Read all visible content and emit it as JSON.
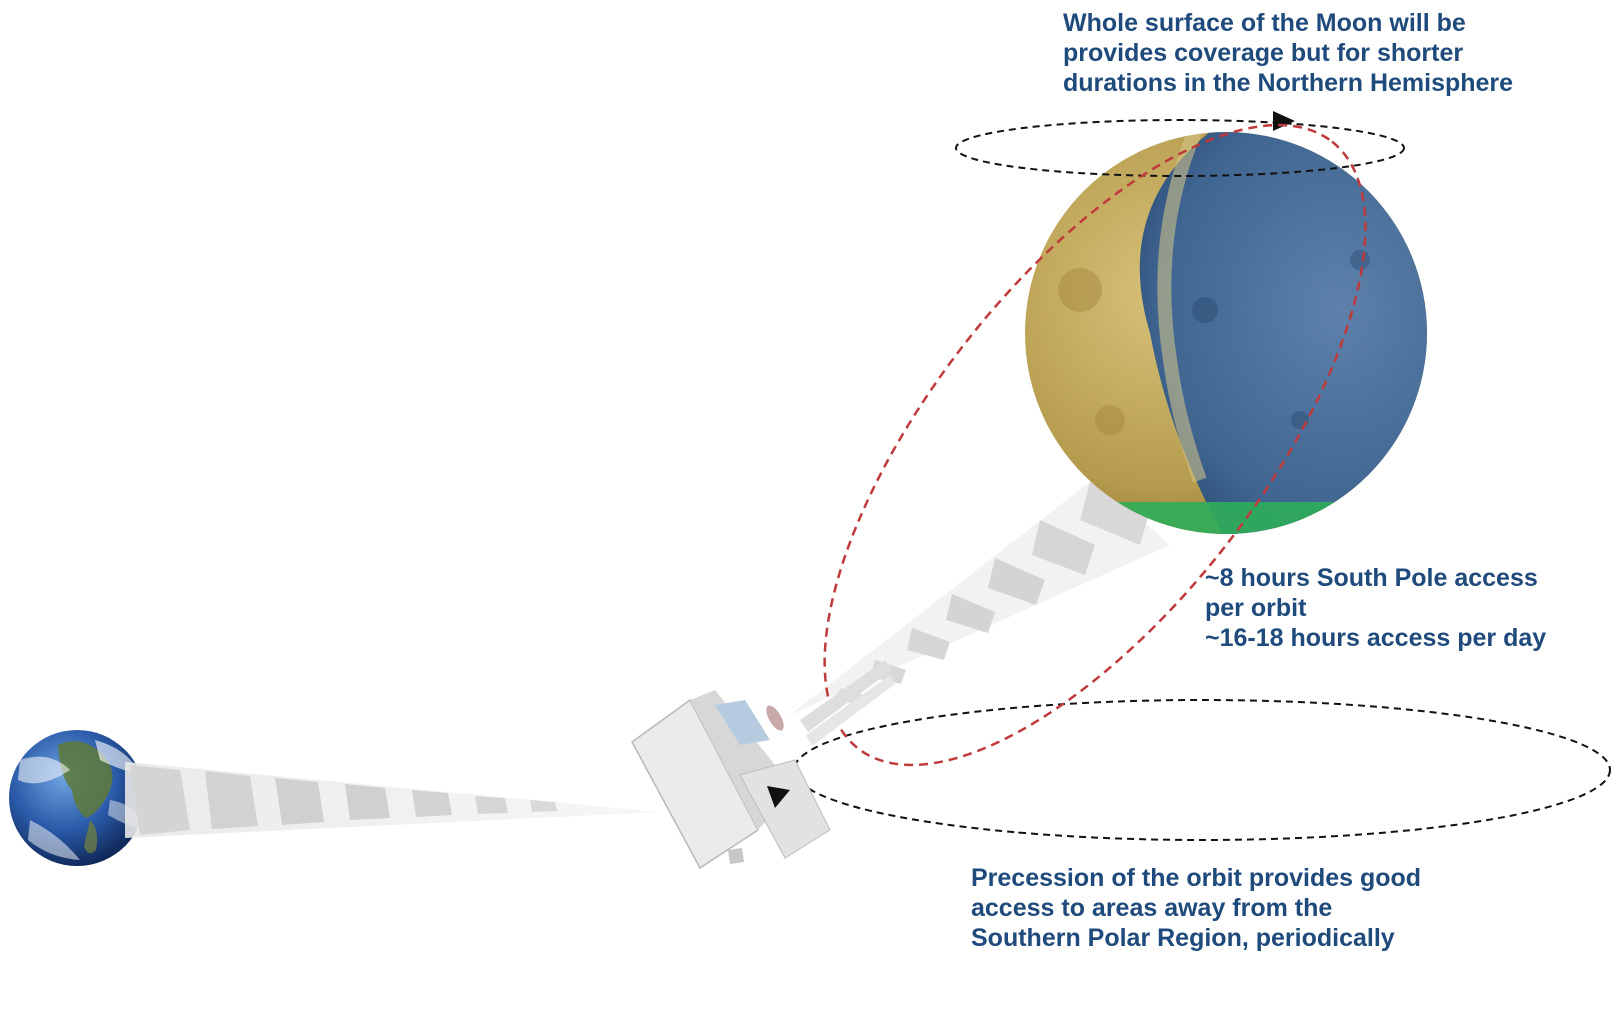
{
  "diagram": {
    "labels": {
      "top": {
        "line1": "Whole surface of the Moon will be",
        "line2": "provides coverage but for shorter",
        "line3": "durations in the Northern Hemisphere"
      },
      "right": {
        "line1": "~8 hours South Pole access",
        "line2": "per orbit",
        "line3": "~16-18 hours access per day"
      },
      "bottom": {
        "line1": "Precession of the orbit provides good",
        "line2": "access to areas away from the",
        "line3": "Southern Polar Region, periodically"
      }
    },
    "colors": {
      "text": "#1f4a7c",
      "orbit_red": "#c0393b",
      "orbit_black": "#111111",
      "moon_lit": "#c2a85a",
      "moon_shadow": "#3f6591",
      "south_pole_band": "#2fae5a",
      "earth_ocean": "#2a5aa8"
    },
    "icons": [
      "earth-icon",
      "moon-icon",
      "satellite-icon",
      "comm-beam-icon",
      "orbit-arrow-icon"
    ]
  }
}
